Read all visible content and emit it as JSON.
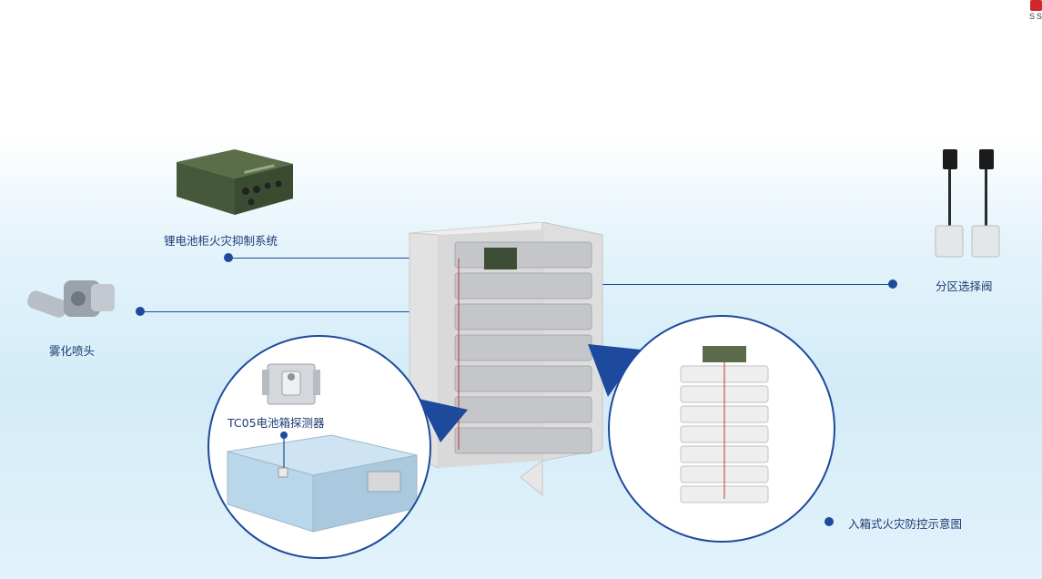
{
  "logo": {
    "text": "SS"
  },
  "labels": {
    "suppression_system": "锂电池柜火灾抑制系统",
    "nozzle": "雾化喷头",
    "zone_valve": "分区选择阀",
    "detector": "TC05电池箱探测器",
    "diagram_caption": "入箱式火灾防控示意图"
  },
  "colors": {
    "accent": "#1d4a9c",
    "label": "#1f3a73",
    "logo": "#d1262c"
  }
}
